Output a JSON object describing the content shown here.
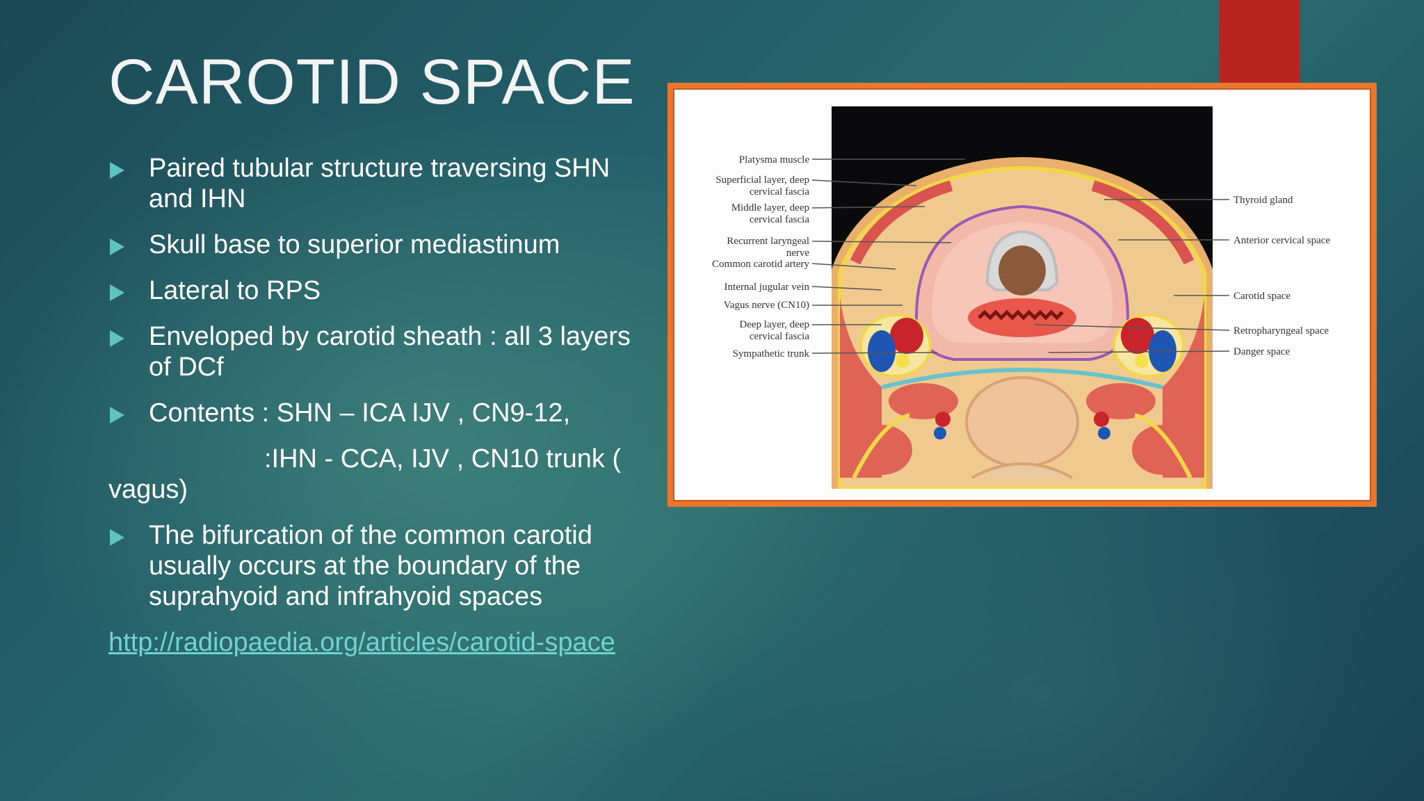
{
  "slide": {
    "title": "CAROTID SPACE",
    "bullets": [
      "Paired tubular structure traversing SHN and IHN",
      "Skull base to superior mediastinum",
      "Lateral to RPS",
      "Enveloped by carotid sheath : all 3 layers of DCf",
      "Contents : SHN – ICA  IJV , CN9-12,"
    ],
    "continuation": ":IHN  - CCA, IJV , CN10 trunk ( vagus)",
    "bullet_last": "The bifurcation of the common carotid usually occurs at the boundary of the suprahyoid and infrahyoid spaces",
    "link": "http://radiopaedia.org/articles/carotid-space",
    "accent_color": "#b8241f",
    "bullet_color": "#5fc4c0",
    "frame_color": "#e8762d"
  },
  "figure": {
    "labels_left": [
      "Platysma muscle",
      "Superficial layer, deep",
      "cervical fascia",
      "Middle layer, deep",
      "cervical fascia",
      "Recurrent laryngeal",
      "nerve",
      "Common carotid artery",
      "Internal jugular vein",
      "Vagus nerve (CN10)",
      "Deep layer, deep",
      "cervical fascia",
      "Sympathetic trunk"
    ],
    "labels_right": [
      "Thyroid gland",
      "Anterior cervical space",
      "Carotid space",
      "Retropharyngeal space",
      "Danger space"
    ]
  }
}
